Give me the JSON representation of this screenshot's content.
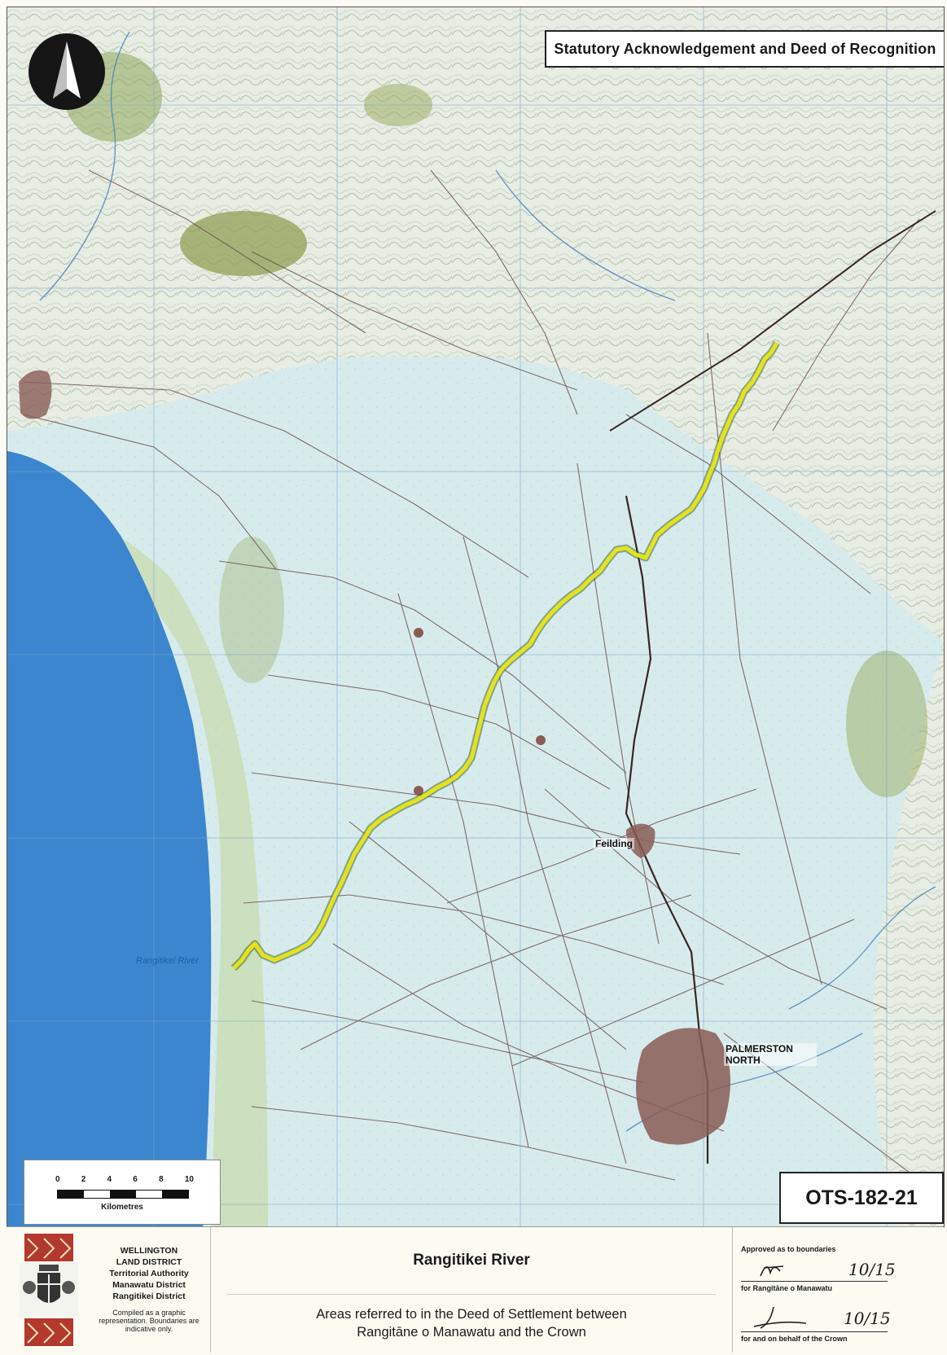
{
  "map": {
    "title_box": "Statutory Acknowledgement and Deed of Recognition",
    "plan_number": "OTS-182-21",
    "river_label": "Rangitikei River",
    "places": [
      {
        "label": "Feilding"
      },
      {
        "label": "PALMERSTON NORTH"
      }
    ],
    "scale": {
      "ticks": [
        "0",
        "2",
        "4",
        "6",
        "8",
        "10"
      ],
      "unit": "Kilometres"
    },
    "colors": {
      "sea": "#3c86cf",
      "land": "#dcecea",
      "river_highlight": "#e6e21c",
      "roads": "#5a3a3a",
      "urban": "#8a5c56"
    },
    "icons": {
      "north_arrow": "north-arrow-icon",
      "crest": "nz-coat-of-arms-icon"
    }
  },
  "footer": {
    "land_info": [
      "WELLINGTON",
      "LAND DISTRICT",
      "Territorial Authority",
      "Manawatu District",
      "Rangitikei District"
    ],
    "note": "Compiled as a graphic representation. Boundaries are indicative only.",
    "title": "Rangitikei River",
    "subtitle_line1": "Areas referred to in the Deed of Settlement between",
    "subtitle_line2": "Rangitāne o Manawatu  and the Crown",
    "approval": {
      "heading": "Approved as to boundaries",
      "sig1_date": "10/15",
      "sig1_caption": "for Rangitāne o Manawatu",
      "sig2_date": "10/15",
      "sig2_caption": "for and on behalf of the Crown"
    }
  }
}
